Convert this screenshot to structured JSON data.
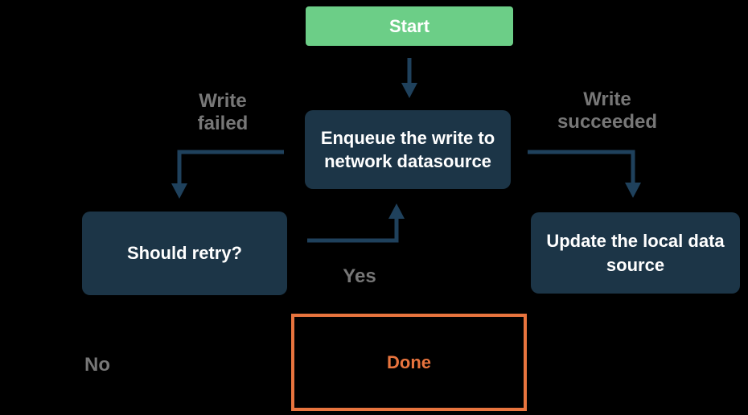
{
  "diagram": {
    "type": "flowchart",
    "background_color": "#000000",
    "colors": {
      "start_fill": "#6CCE87",
      "process_fill": "#1C3547",
      "arrow": "#1F415C",
      "edge_label_text": "#777777",
      "done_accent": "#E8743E",
      "node_text": "#FFFFFF"
    },
    "nodes": {
      "start": {
        "label": "Start"
      },
      "enqueue": {
        "label": "Enqueue the write to network datasource"
      },
      "should_retry": {
        "label": "Should retry?"
      },
      "update_local": {
        "label": "Update the local data source"
      },
      "done": {
        "label": "Done"
      }
    },
    "edge_labels": {
      "write_failed": "Write failed",
      "write_succeeded": "Write succeeded",
      "yes": "Yes",
      "no": "No"
    },
    "edges": [
      {
        "from": "start",
        "to": "enqueue",
        "label": ""
      },
      {
        "from": "enqueue",
        "to": "should_retry",
        "label": "Write failed"
      },
      {
        "from": "enqueue",
        "to": "update_local",
        "label": "Write succeeded"
      },
      {
        "from": "should_retry",
        "to": "enqueue",
        "label": "Yes"
      },
      {
        "from": "should_retry",
        "to": "done",
        "label": "No"
      }
    ]
  }
}
